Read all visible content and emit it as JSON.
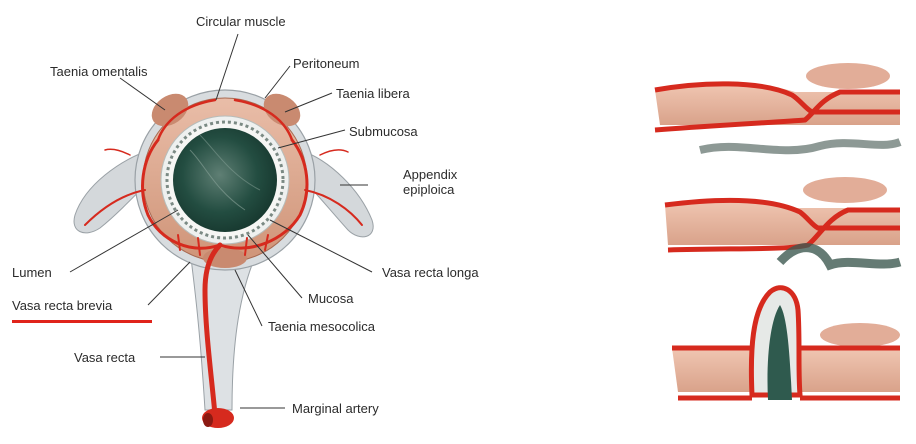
{
  "labels": {
    "circular_muscle": "Circular muscle",
    "taenia_omentalis": "Taenia omentalis",
    "peritoneum": "Peritoneum",
    "taenia_libera": "Taenia libera",
    "submucosa": "Submucosa",
    "appendix_epiploica_line1": "Appendix",
    "appendix_epiploica_line2": "epiploica",
    "lumen": "Lumen",
    "vasa_recta_longa": "Vasa recta longa",
    "vasa_recta_brevia": "Vasa recta brevia",
    "mucosa": "Mucosa",
    "taenia_mesocolica": "Taenia mesocolica",
    "vasa_recta": "Vasa recta",
    "marginal_artery": "Marginal artery"
  },
  "colors": {
    "artery_red": "#d62a1e",
    "highlight_underline": "#e0231b",
    "muscle_tan": "#c98f74",
    "muscle_light": "#e7b8a3",
    "mucosa_dark": "#1f4a3e",
    "peritoneum_gray": "#cfd3d6"
  }
}
